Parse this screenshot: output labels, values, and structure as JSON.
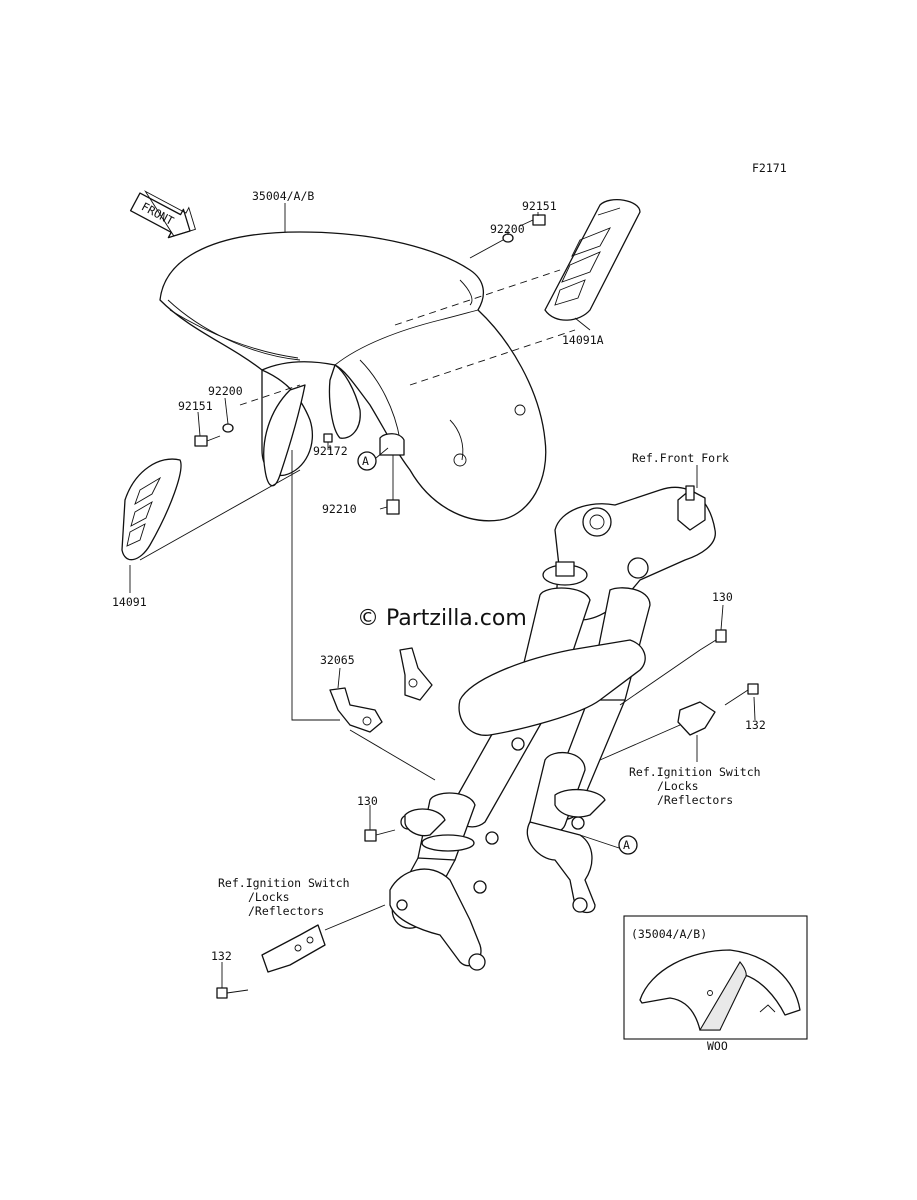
{
  "diagram_id": "F2171",
  "front_arrow": "FRONT",
  "watermark": "© Partzilla.com",
  "labels": {
    "fender": "35004/A/B",
    "bolt_r": "92151",
    "washer_r": "92200",
    "cover_r": "14091A",
    "washer_l": "92200",
    "bolt_l": "92151",
    "screw_92172": "92172",
    "callout_a": "A",
    "nut_92210": "92210",
    "cover_l": "14091",
    "ref_fork": "Ref.Front Fork",
    "bolt_130_top": "130",
    "bracket_32065": "32065",
    "bolt_132_r": "132",
    "ref_ign_r_1": "Ref.Ignition Switch",
    "ref_ign_r_2": "/Locks",
    "ref_ign_r_3": "/Reflectors",
    "bolt_130_mid": "130",
    "callout_a2": "A",
    "ref_ign_l_1": "Ref.Ignition Switch",
    "ref_ign_l_2": "/Locks",
    "ref_ign_l_3": "/Reflectors",
    "bolt_132_l": "132",
    "inset_title": "(35004/A/B)",
    "inset_caption": "WOO"
  }
}
